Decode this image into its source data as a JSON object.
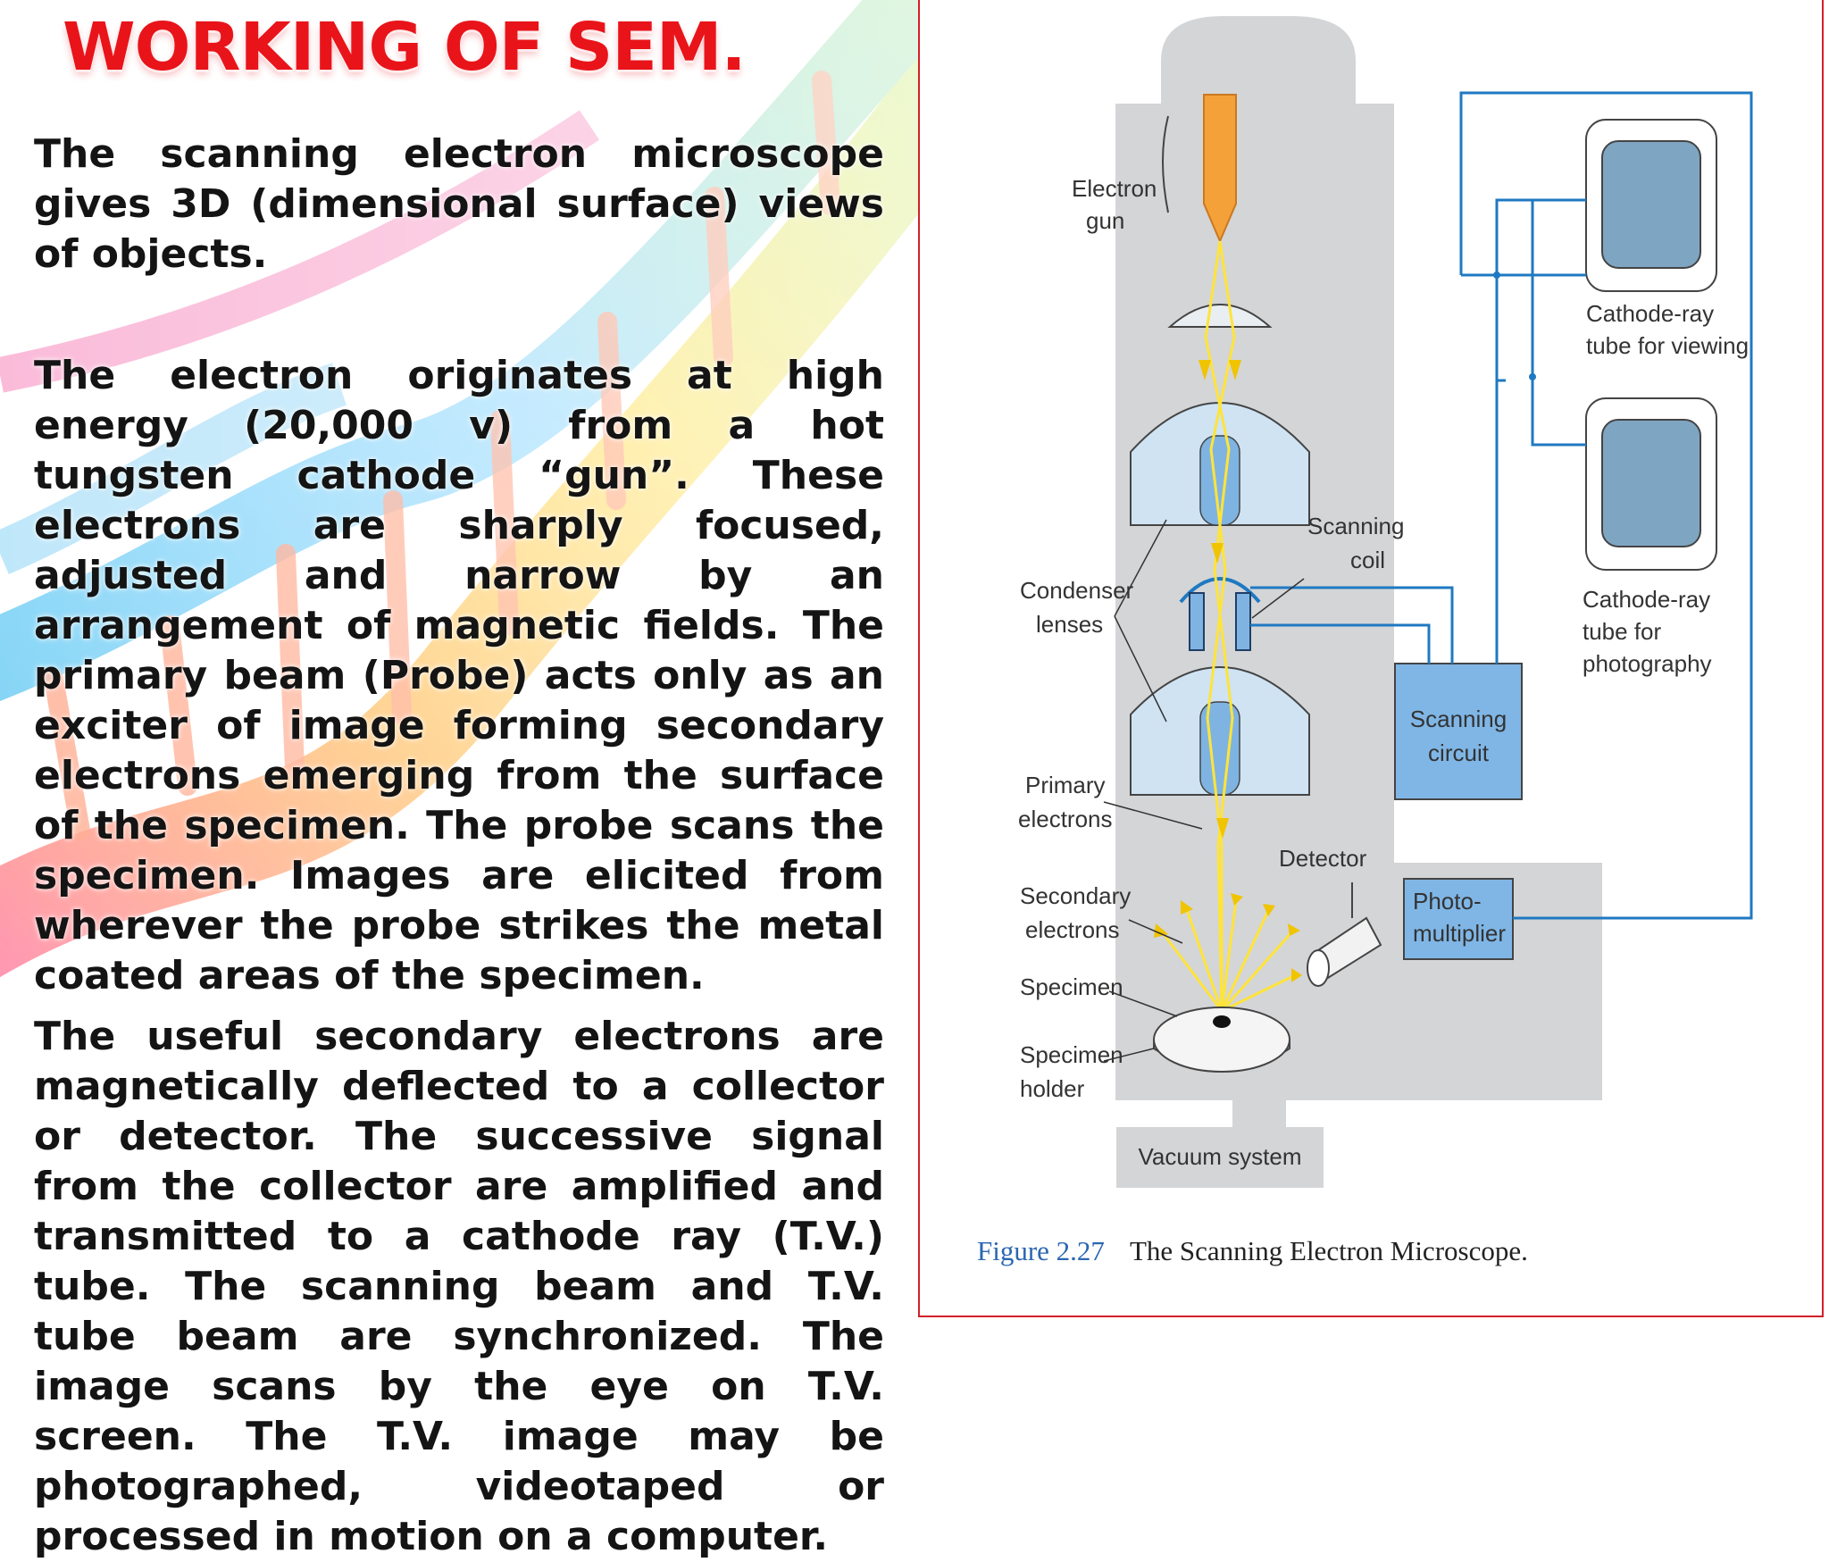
{
  "slide": {
    "title": "WORKING OF SEM.",
    "paragraphs": [
      "The scanning electron microscope gives 3D (dimensional surface) views of objects.",
      "The electron originates at high energy (20,000 v) from a hot tungsten cathode “gun”. These electrons are sharply focused, adjusted and narrow by an arrangement of magnetic fields. The primary beam (Probe) acts only as an exciter of image forming secondary electrons emerging from the surface of the specimen. The probe scans the specimen. Images are elicited from wherever the probe strikes the metal coated areas of the specimen.",
      "The useful secondary electrons are magnetically deflected to a collector or detector. The successive signal from the collector are amplified and transmitted to a cathode ray (T.V.) tube. The scanning beam and T.V. tube beam are synchronized. The image scans by the eye on T.V. screen. The T.V. image may be photographed, videotaped or processed in motion on a computer."
    ]
  },
  "figure": {
    "labels": {
      "electron_gun": [
        "Electron",
        "gun"
      ],
      "condenser_lenses": [
        "Condenser",
        "lenses"
      ],
      "primary_electrons": [
        "Primary",
        "electrons"
      ],
      "secondary_electrons": [
        "Secondary",
        "electrons"
      ],
      "specimen": "Specimen",
      "specimen_holder": [
        "Specimen",
        "holder"
      ],
      "vacuum_system": "Vacuum system",
      "scanning_coil": [
        "Scanning",
        "coil"
      ],
      "scanning_circuit": [
        "Scanning",
        "circuit"
      ],
      "detector": "Detector",
      "photomultiplier": [
        "Photo-",
        "multiplier"
      ],
      "crt_viewing": [
        "Cathode-ray",
        "tube for viewing"
      ],
      "crt_photography": [
        "Cathode-ray",
        "tube for",
        "photography"
      ]
    },
    "caption_number": "Figure 2.27",
    "caption_text": "The Scanning Electron Microscope.",
    "colors": {
      "column": "#d4d5d7",
      "lens": "#cfe3f3",
      "lens_core": "#7fb4e2",
      "wire": "#1f79c2",
      "beam": "#ffe43a",
      "gun": "#f5a13a",
      "box": "#7fb6e6"
    }
  }
}
